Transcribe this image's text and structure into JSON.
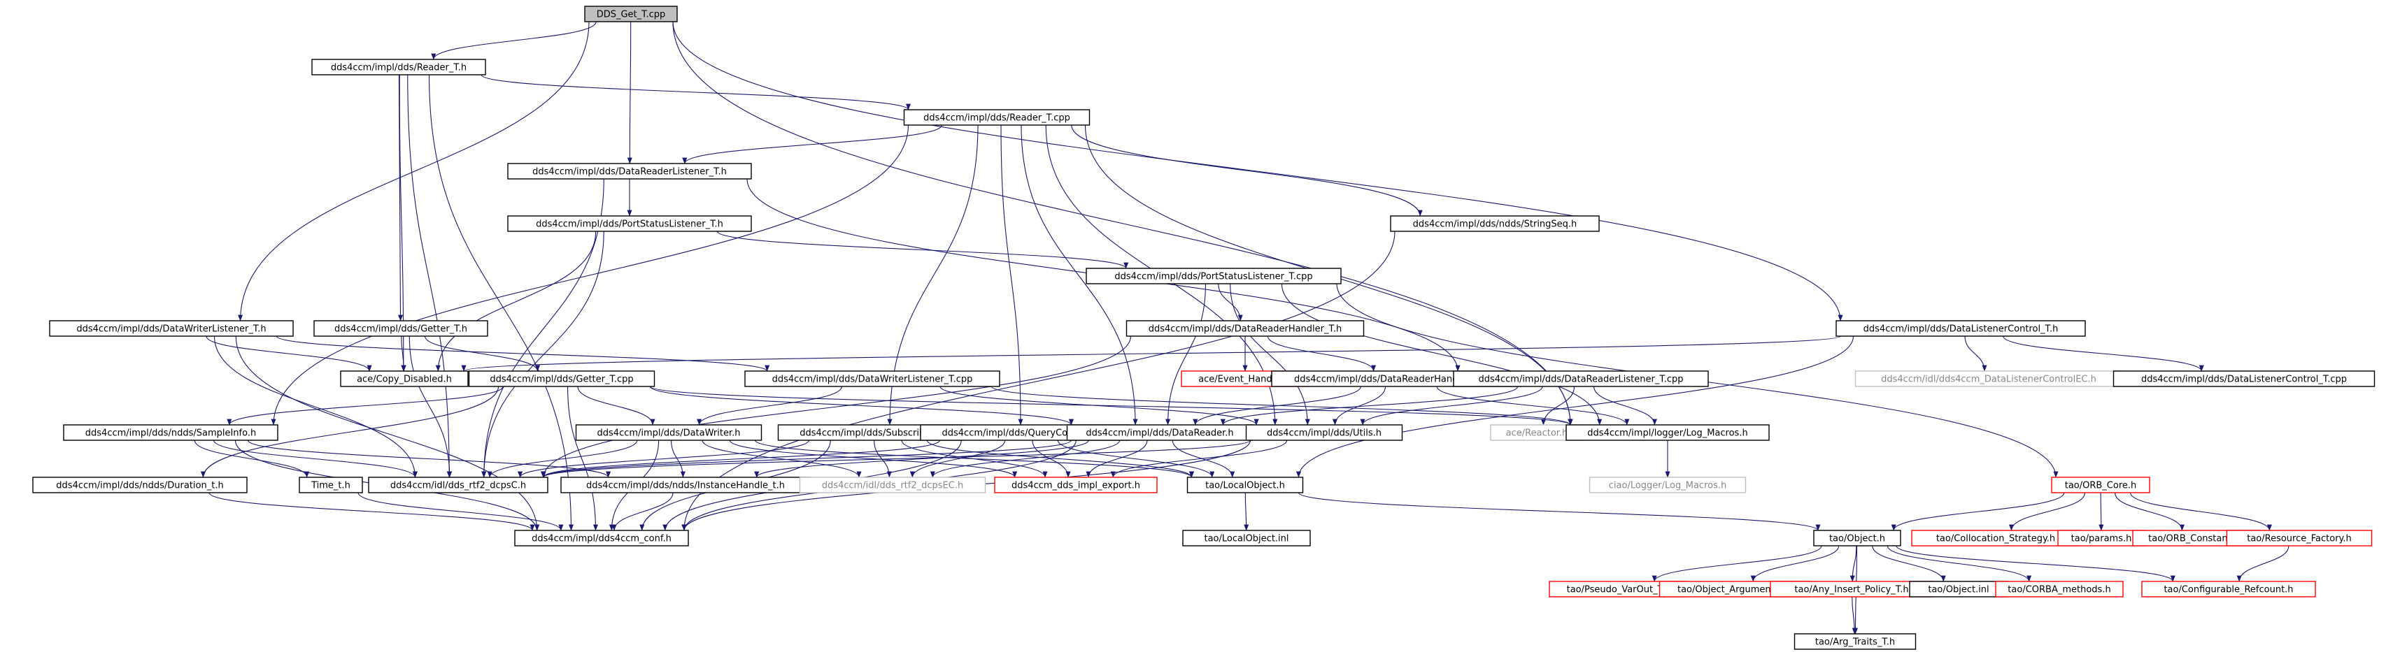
{
  "colors": {
    "edge": "#191970",
    "normal_border": "#000000",
    "normal_text": "#000000",
    "root_fill": "#bfbfbf",
    "missing_border": "#ff0000",
    "missing_text": "#ff0000",
    "external_border": "#bfbfbf",
    "external_text": "#888888"
  },
  "nodes": [
    {
      "id": "root",
      "label": "DDS_Get_T.cpp",
      "style": "root"
    },
    {
      "id": "reader_h",
      "label": "dds4ccm/impl/dds/Reader_T.h",
      "style": "normal"
    },
    {
      "id": "reader_cpp",
      "label": "dds4ccm/impl/dds/Reader_T.cpp",
      "style": "normal"
    },
    {
      "id": "drl_h",
      "label": "dds4ccm/impl/dds/DataReaderListener_T.h",
      "style": "normal"
    },
    {
      "id": "psl_h",
      "label": "dds4ccm/impl/dds/PortStatusListener_T.h",
      "style": "normal"
    },
    {
      "id": "strseq",
      "label": "dds4ccm/impl/dds/ndds/StringSeq.h",
      "style": "normal"
    },
    {
      "id": "psl_cpp",
      "label": "dds4ccm/impl/dds/PortStatusListener_T.cpp",
      "style": "normal"
    },
    {
      "id": "dwl_h",
      "label": "dds4ccm/impl/dds/DataWriterListener_T.h",
      "style": "normal"
    },
    {
      "id": "getter_h",
      "label": "dds4ccm/impl/dds/Getter_T.h",
      "style": "normal"
    },
    {
      "id": "drh_h",
      "label": "dds4ccm/impl/dds/DataReaderHandler_T.h",
      "style": "normal"
    },
    {
      "id": "dlc_h",
      "label": "dds4ccm/impl/dds/DataListenerControl_T.h",
      "style": "normal"
    },
    {
      "id": "copy_dis",
      "label": "ace/Copy_Disabled.h",
      "style": "normal"
    },
    {
      "id": "getter_cpp",
      "label": "dds4ccm/impl/dds/Getter_T.cpp",
      "style": "normal"
    },
    {
      "id": "dwl_cpp",
      "label": "dds4ccm/impl/dds/DataWriterListener_T.cpp",
      "style": "normal"
    },
    {
      "id": "event_h",
      "label": "ace/Event_Handler.h",
      "style": "missing"
    },
    {
      "id": "drh_cpp",
      "label": "dds4ccm/impl/dds/DataReaderHandler_T.cpp",
      "style": "normal"
    },
    {
      "id": "drl_cpp",
      "label": "dds4ccm/impl/dds/DataReaderListener_T.cpp",
      "style": "normal"
    },
    {
      "id": "dlcec",
      "label": "dds4ccm/idl/dds4ccm_DataListenerControlEC.h",
      "style": "external"
    },
    {
      "id": "dlc_cpp",
      "label": "dds4ccm/impl/dds/DataListenerControl_T.cpp",
      "style": "normal"
    },
    {
      "id": "sampleinfo",
      "label": "dds4ccm/impl/dds/ndds/SampleInfo.h",
      "style": "normal"
    },
    {
      "id": "datawriter",
      "label": "dds4ccm/impl/dds/DataWriter.h",
      "style": "normal"
    },
    {
      "id": "subscriber",
      "label": "dds4ccm/impl/dds/Subscriber.h",
      "style": "normal"
    },
    {
      "id": "querycond",
      "label": "dds4ccm/impl/dds/QueryCondition.h",
      "style": "normal"
    },
    {
      "id": "datareader",
      "label": "dds4ccm/impl/dds/DataReader.h",
      "style": "normal"
    },
    {
      "id": "utils",
      "label": "dds4ccm/impl/dds/Utils.h",
      "style": "normal"
    },
    {
      "id": "reactor",
      "label": "ace/Reactor.h",
      "style": "external"
    },
    {
      "id": "logmacros",
      "label": "dds4ccm/impl/logger/Log_Macros.h",
      "style": "normal"
    },
    {
      "id": "duration",
      "label": "dds4ccm/impl/dds/ndds/Duration_t.h",
      "style": "normal"
    },
    {
      "id": "time_t",
      "label": "Time_t.h",
      "style": "normal"
    },
    {
      "id": "rtf2c",
      "label": "dds4ccm/idl/dds_rtf2_dcpsC.h",
      "style": "normal"
    },
    {
      "id": "insthandle",
      "label": "dds4ccm/impl/dds/ndds/InstanceHandle_t.h",
      "style": "normal"
    },
    {
      "id": "rtf2ec",
      "label": "dds4ccm/idl/dds_rtf2_dcpsEC.h",
      "style": "external"
    },
    {
      "id": "ddsexport",
      "label": "dds4ccm_dds_impl_export.h",
      "style": "missing"
    },
    {
      "id": "localobj",
      "label": "tao/LocalObject.h",
      "style": "normal"
    },
    {
      "id": "ciaolog",
      "label": "ciao/Logger/Log_Macros.h",
      "style": "external"
    },
    {
      "id": "orbcore",
      "label": "tao/ORB_Core.h",
      "style": "missing"
    },
    {
      "id": "conf",
      "label": "dds4ccm/impl/dds4ccm_conf.h",
      "style": "normal"
    },
    {
      "id": "localinl",
      "label": "tao/LocalObject.inl",
      "style": "normal"
    },
    {
      "id": "object_h",
      "label": "tao/Object.h",
      "style": "normal"
    },
    {
      "id": "colloc",
      "label": "tao/Collocation_Strategy.h",
      "style": "missing"
    },
    {
      "id": "params",
      "label": "tao/params.h",
      "style": "missing"
    },
    {
      "id": "orbconst",
      "label": "tao/ORB_Constants.h",
      "style": "missing"
    },
    {
      "id": "resfact",
      "label": "tao/Resource_Factory.h",
      "style": "missing"
    },
    {
      "id": "pseudo",
      "label": "tao/Pseudo_VarOut_T.h",
      "style": "missing"
    },
    {
      "id": "objarg",
      "label": "tao/Object_Argument_T.h",
      "style": "missing"
    },
    {
      "id": "anyins",
      "label": "tao/Any_Insert_Policy_T.h",
      "style": "missing"
    },
    {
      "id": "objinl",
      "label": "tao/Object.inl",
      "style": "normal"
    },
    {
      "id": "corbam",
      "label": "tao/CORBA_methods.h",
      "style": "missing"
    },
    {
      "id": "confrc",
      "label": "tao/Configurable_Refcount.h",
      "style": "missing"
    },
    {
      "id": "argtr",
      "label": "tao/Arg_Traits_T.h",
      "style": "normal"
    }
  ],
  "edges": [
    [
      "root",
      "reader_h"
    ],
    [
      "root",
      "drl_h"
    ],
    [
      "root",
      "dwl_h"
    ],
    [
      "root",
      "logmacros"
    ],
    [
      "root",
      "dlc_h"
    ],
    [
      "reader_h",
      "reader_cpp"
    ],
    [
      "reader_h",
      "getter_h"
    ],
    [
      "reader_h",
      "conf"
    ],
    [
      "reader_h",
      "rtf2c"
    ],
    [
      "reader_h",
      "copy_dis"
    ],
    [
      "reader_cpp",
      "drl_h"
    ],
    [
      "reader_cpp",
      "strseq"
    ],
    [
      "reader_cpp",
      "sampleinfo"
    ],
    [
      "reader_cpp",
      "subscriber"
    ],
    [
      "reader_cpp",
      "querycond"
    ],
    [
      "reader_cpp",
      "datareader"
    ],
    [
      "reader_cpp",
      "utils"
    ],
    [
      "reader_cpp",
      "logmacros"
    ],
    [
      "drl_h",
      "psl_h"
    ],
    [
      "drl_h",
      "rtf2c"
    ],
    [
      "drl_h",
      "drl_cpp"
    ],
    [
      "psl_h",
      "psl_cpp"
    ],
    [
      "psl_h",
      "copy_dis"
    ],
    [
      "psl_h",
      "rtf2c"
    ],
    [
      "strseq",
      "conf"
    ],
    [
      "psl_cpp",
      "drh_h"
    ],
    [
      "psl_cpp",
      "utils"
    ],
    [
      "psl_cpp",
      "logmacros"
    ],
    [
      "psl_cpp",
      "datareader"
    ],
    [
      "psl_cpp",
      "orbcore"
    ],
    [
      "dwl_h",
      "copy_dis"
    ],
    [
      "dwl_h",
      "dwl_cpp"
    ],
    [
      "dwl_h",
      "rtf2c"
    ],
    [
      "dwl_h",
      "conf"
    ],
    [
      "getter_h",
      "getter_cpp"
    ],
    [
      "getter_h",
      "copy_dis"
    ],
    [
      "getter_h",
      "rtf2c"
    ],
    [
      "drh_h",
      "event_h"
    ],
    [
      "drh_h",
      "drh_cpp"
    ],
    [
      "drh_h",
      "rtf2c"
    ],
    [
      "dlc_h",
      "dlcec"
    ],
    [
      "dlc_h",
      "dlc_cpp"
    ],
    [
      "dlc_h",
      "localobj"
    ],
    [
      "dlc_h",
      "copy_dis"
    ],
    [
      "getter_cpp",
      "sampleinfo"
    ],
    [
      "getter_cpp",
      "datawriter"
    ],
    [
      "getter_cpp",
      "datareader"
    ],
    [
      "getter_cpp",
      "logmacros"
    ],
    [
      "getter_cpp",
      "duration"
    ],
    [
      "getter_cpp",
      "conf"
    ],
    [
      "dwl_cpp",
      "datawriter"
    ],
    [
      "dwl_cpp",
      "utils"
    ],
    [
      "dwl_cpp",
      "logmacros"
    ],
    [
      "drh_cpp",
      "datareader"
    ],
    [
      "drh_cpp",
      "utils"
    ],
    [
      "drh_cpp",
      "logmacros"
    ],
    [
      "drl_cpp",
      "datareader"
    ],
    [
      "drl_cpp",
      "utils"
    ],
    [
      "drl_cpp",
      "reactor"
    ],
    [
      "drl_cpp",
      "logmacros"
    ],
    [
      "sampleinfo",
      "time_t"
    ],
    [
      "sampleinfo",
      "rtf2c"
    ],
    [
      "sampleinfo",
      "insthandle"
    ],
    [
      "sampleinfo",
      "conf"
    ],
    [
      "datawriter",
      "rtf2c"
    ],
    [
      "datawriter",
      "rtf2ec"
    ],
    [
      "datawriter",
      "ddsexport"
    ],
    [
      "datawriter",
      "localobj"
    ],
    [
      "datawriter",
      "insthandle"
    ],
    [
      "datawriter",
      "conf"
    ],
    [
      "subscriber",
      "rtf2c"
    ],
    [
      "subscriber",
      "rtf2ec"
    ],
    [
      "subscriber",
      "ddsexport"
    ],
    [
      "subscriber",
      "localobj"
    ],
    [
      "subscriber",
      "conf"
    ],
    [
      "querycond",
      "rtf2c"
    ],
    [
      "querycond",
      "rtf2ec"
    ],
    [
      "querycond",
      "ddsexport"
    ],
    [
      "querycond",
      "localobj"
    ],
    [
      "querycond",
      "conf"
    ],
    [
      "datareader",
      "rtf2c"
    ],
    [
      "datareader",
      "rtf2ec"
    ],
    [
      "datareader",
      "ddsexport"
    ],
    [
      "datareader",
      "localobj"
    ],
    [
      "datareader",
      "insthandle"
    ],
    [
      "datareader",
      "conf"
    ],
    [
      "utils",
      "rtf2c"
    ],
    [
      "utils",
      "ddsexport"
    ],
    [
      "utils",
      "conf"
    ],
    [
      "logmacros",
      "ciaolog"
    ],
    [
      "duration",
      "conf"
    ],
    [
      "time_t",
      "conf"
    ],
    [
      "insthandle",
      "conf"
    ],
    [
      "localobj",
      "localinl"
    ],
    [
      "localobj",
      "object_h"
    ],
    [
      "orbcore",
      "object_h"
    ],
    [
      "orbcore",
      "colloc"
    ],
    [
      "orbcore",
      "params"
    ],
    [
      "orbcore",
      "orbconst"
    ],
    [
      "orbcore",
      "resfact"
    ],
    [
      "resfact",
      "confrc"
    ],
    [
      "object_h",
      "pseudo"
    ],
    [
      "object_h",
      "objarg"
    ],
    [
      "object_h",
      "anyins"
    ],
    [
      "object_h",
      "objinl"
    ],
    [
      "object_h",
      "corbam"
    ],
    [
      "object_h",
      "confrc"
    ],
    [
      "object_h",
      "argtr"
    ],
    [
      "anyins",
      "argtr"
    ]
  ]
}
